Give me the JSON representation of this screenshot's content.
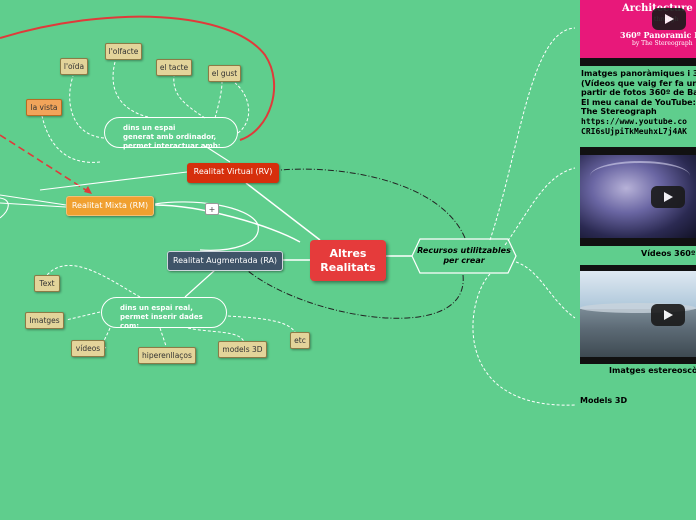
{
  "center": {
    "line1": "Altres",
    "line2": "Realitats"
  },
  "branches": {
    "rv": "Realitat Virtual (RV)",
    "rm": "Realitat Mixta (RM)",
    "ra": "Realitat Augmentada (RA)"
  },
  "rv_bubble": {
    "line1": "dins un espai",
    "line2": "generat amb ordinador,",
    "line3": "permet interactuar amb:"
  },
  "ra_bubble": {
    "line1": "dins un espai real,",
    "line2": "permet inserir dades",
    "line3": "com:"
  },
  "senses": [
    "l'oïda",
    "l'olfacte",
    "el tacte",
    "el gust",
    "la vista"
  ],
  "ra_items": [
    "Text",
    "Imatges",
    "vídeos",
    "hiperenllaços",
    "models 3D",
    "etc"
  ],
  "plus": "+",
  "resources": {
    "line1": "Recursos utilitzables",
    "line2": "per crear"
  },
  "top_image": {
    "title": "Architecture T",
    "subtitle": "through",
    "line1": "360º Panoramic Pl",
    "line2": "by The Stereograph"
  },
  "description": [
    "Imatges panoràmiques i 3",
    "(Vídeos que vaig fer fa un",
    "partir de fotos 360º de Ba",
    "El meu canal de YouTube:",
    "The Stereograph",
    "https://www.youtube.co",
    "CRI6sUjpiTkMeuhxL7j4AK"
  ],
  "captions": {
    "video360": "Vídeos 360º",
    "stereo": "Imatges estereoscò",
    "models3d": "Models 3D"
  },
  "colors": {
    "background": "#5fce8d",
    "center": "#e53b3b",
    "rv": "#d62f0c",
    "rm": "#f0a030",
    "ra": "#3f5468",
    "sense": "#e3d49a",
    "magenta": "#e8187a"
  }
}
